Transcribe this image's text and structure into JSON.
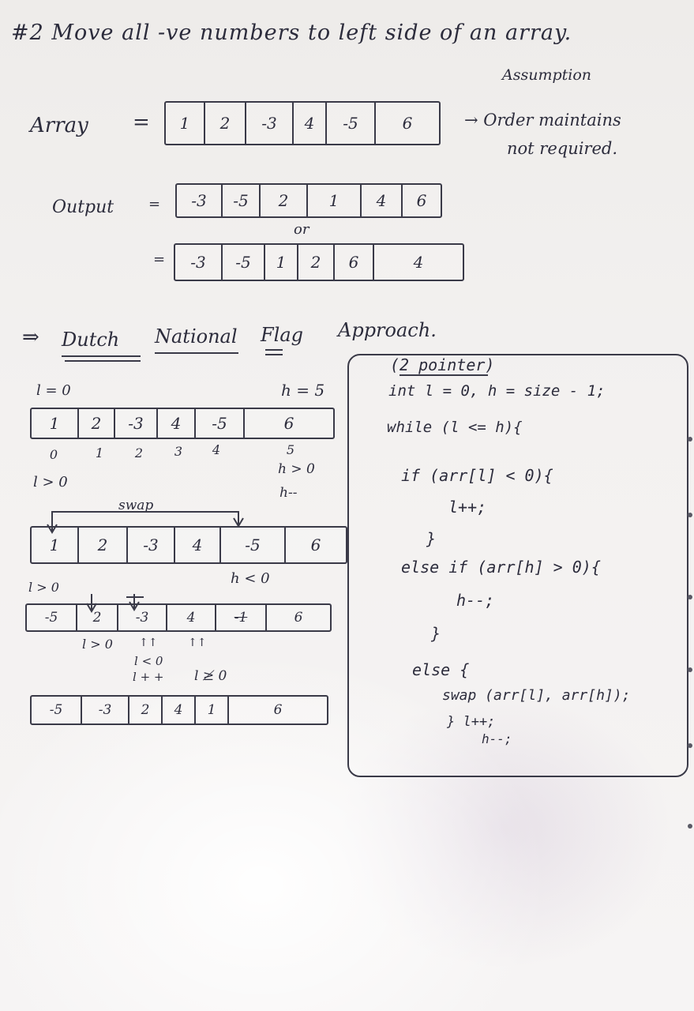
{
  "title": "#2 Move all -ve numbers to left side of an array.",
  "assumption": {
    "heading": "Assumption",
    "line1": "→ Order maintains",
    "line2": "not required."
  },
  "array_label": "Array",
  "equals": "=",
  "array_values": [
    "1",
    "2",
    "-3",
    "4",
    "-5",
    "6"
  ],
  "output_label": "Output",
  "output1": [
    "-3",
    "-5",
    "2",
    "1",
    "4",
    "6"
  ],
  "or_label": "or",
  "output2": [
    "-3",
    "-5",
    "1",
    "2",
    "6",
    "4"
  ],
  "approach": {
    "arrow": "⇒",
    "dutch": "Dutch",
    "national": "National",
    "flag": "Flag",
    "rest": "Approach."
  },
  "trace": {
    "l_init": "l = 0",
    "h_init": "h = 5",
    "row1": [
      "1",
      "2",
      "-3",
      "4",
      "-5",
      "6"
    ],
    "indices": [
      "0",
      "1",
      "2",
      "3",
      "4",
      "5"
    ],
    "l_gt0": "l > 0",
    "h_gt0": "h > 0",
    "h_dec": "h--",
    "swap": "swap",
    "row2": [
      "1",
      "2",
      "-3",
      "4",
      "-5",
      "6"
    ],
    "l_gt0_b": "l > 0",
    "h_lt0": "h < 0",
    "row3": [
      "-5",
      "2",
      "-3",
      "4",
      "-1",
      "6"
    ],
    "l_gt0_c": "l > 0",
    "l_lt0": "l < 0",
    "l_inc": "l + +",
    "l_ge0": "l ≱ 0",
    "row4": [
      "-5",
      "-3",
      "2",
      "4",
      "1",
      "6"
    ]
  },
  "code": {
    "comment": "(2 pointer)",
    "lines": [
      "int l = 0, h = size - 1;",
      "while (l <= h){",
      "if (arr[l] < 0){",
      "l++;",
      "}",
      "else if (arr[h] > 0){",
      "h--;",
      "}",
      "else {",
      "swap (arr[l], arr[h]);",
      "}  l++;",
      "h--;"
    ]
  }
}
